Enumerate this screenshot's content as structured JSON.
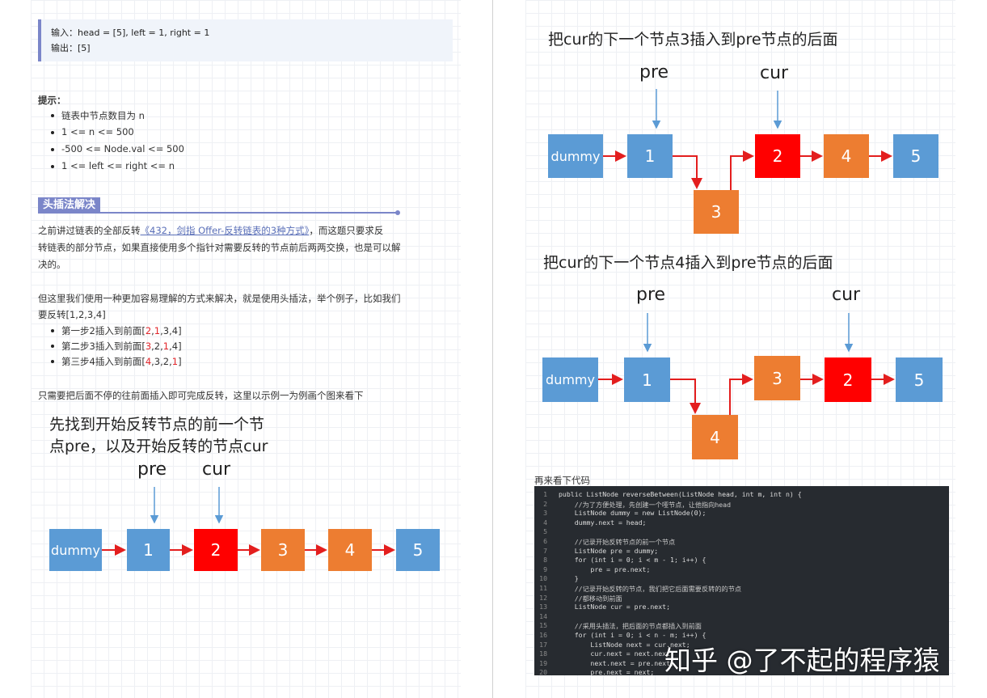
{
  "example": {
    "input_line": "输入：head = [5], left = 1, right = 1",
    "output_line": "输出：[5]"
  },
  "hints": {
    "title": "提示：",
    "items": [
      "链表中节点数目为 n",
      "1 <= n <= 500",
      "-500 <= Node.val <= 500",
      "1 <= left <= right <= n"
    ]
  },
  "section": {
    "title": "头插法解决"
  },
  "para1": {
    "prefix": "之前讲过链表的全部反转",
    "link": "《432，剑指 Offer-反转链表的3种方式》",
    "suffix": "，而这题只要求反",
    "line2": "转链表的部分节点，如果直接使用多个指针对需要反转的节点前后两两交换，也是可以解",
    "line3": "决的。"
  },
  "para2": {
    "line1": "但这里我们使用一种更加容易理解的方式来解决，就是使用头插法，举个例子，比如我们",
    "line2": "要反转[1,2,3,4]"
  },
  "steps": [
    {
      "prefix": "第一步2插入到前面[",
      "a": "2",
      "sep1": ",",
      "b": "1",
      "rest": ",3,4]"
    },
    {
      "prefix": "第二步3插入到前面[",
      "a": "3",
      "sep1": ",2,",
      "b": "1",
      "rest": ",4]"
    },
    {
      "prefix": "第三步4插入到前面[",
      "a": "4",
      "sep1": ",3,2,",
      "b": "1",
      "rest": "]"
    }
  ],
  "para3": "只需要把后面不停的往前面插入即可完成反转，这里以示例一为例画个图来看下",
  "diagram1": {
    "title_line1": "先找到开始反转节点的前一个节",
    "title_line2": "点pre，以及开始反转的节点cur",
    "pre_label": "pre",
    "cur_label": "cur",
    "nodes": [
      "dummy",
      "1",
      "2",
      "3",
      "4",
      "5"
    ]
  },
  "diagram2": {
    "title": "把cur的下一个节点3插入到pre节点的后面",
    "pre_label": "pre",
    "cur_label": "cur",
    "nodes": [
      "dummy",
      "1",
      "2",
      "4",
      "5",
      "3"
    ]
  },
  "diagram3": {
    "title": "把cur的下一个节点4插入到pre节点的后面",
    "pre_label": "pre",
    "cur_label": "cur",
    "nodes": [
      "dummy",
      "1",
      "3",
      "2",
      "5",
      "4"
    ]
  },
  "code_intro": "再来看下代码",
  "code_lines": [
    "public ListNode reverseBetween(ListNode head, int m, int n) {",
    "    //为了方便处理，先创建一个哑节点，让他指向head",
    "    ListNode dummy = new ListNode(0);",
    "    dummy.next = head;",
    "",
    "    //记录开始反转节点的前一个节点",
    "    ListNode pre = dummy;",
    "    for (int i = 0; i < m - 1; i++) {",
    "        pre = pre.next;",
    "    }",
    "    //记录开始反转的节点，我们把它后面需要反转的的节点",
    "    //都移动到前面",
    "    ListNode cur = pre.next;",
    "",
    "    //采用头插法，把后面的节点都插入到前面",
    "    for (int i = 0; i < n - m; i++) {",
    "        ListNode next = cur.next;",
    "        cur.next = next.next;",
    "        next.next = pre.next;",
    "        pre.next = next;"
  ],
  "watermark": "知乎 @了不起的程序猿"
}
